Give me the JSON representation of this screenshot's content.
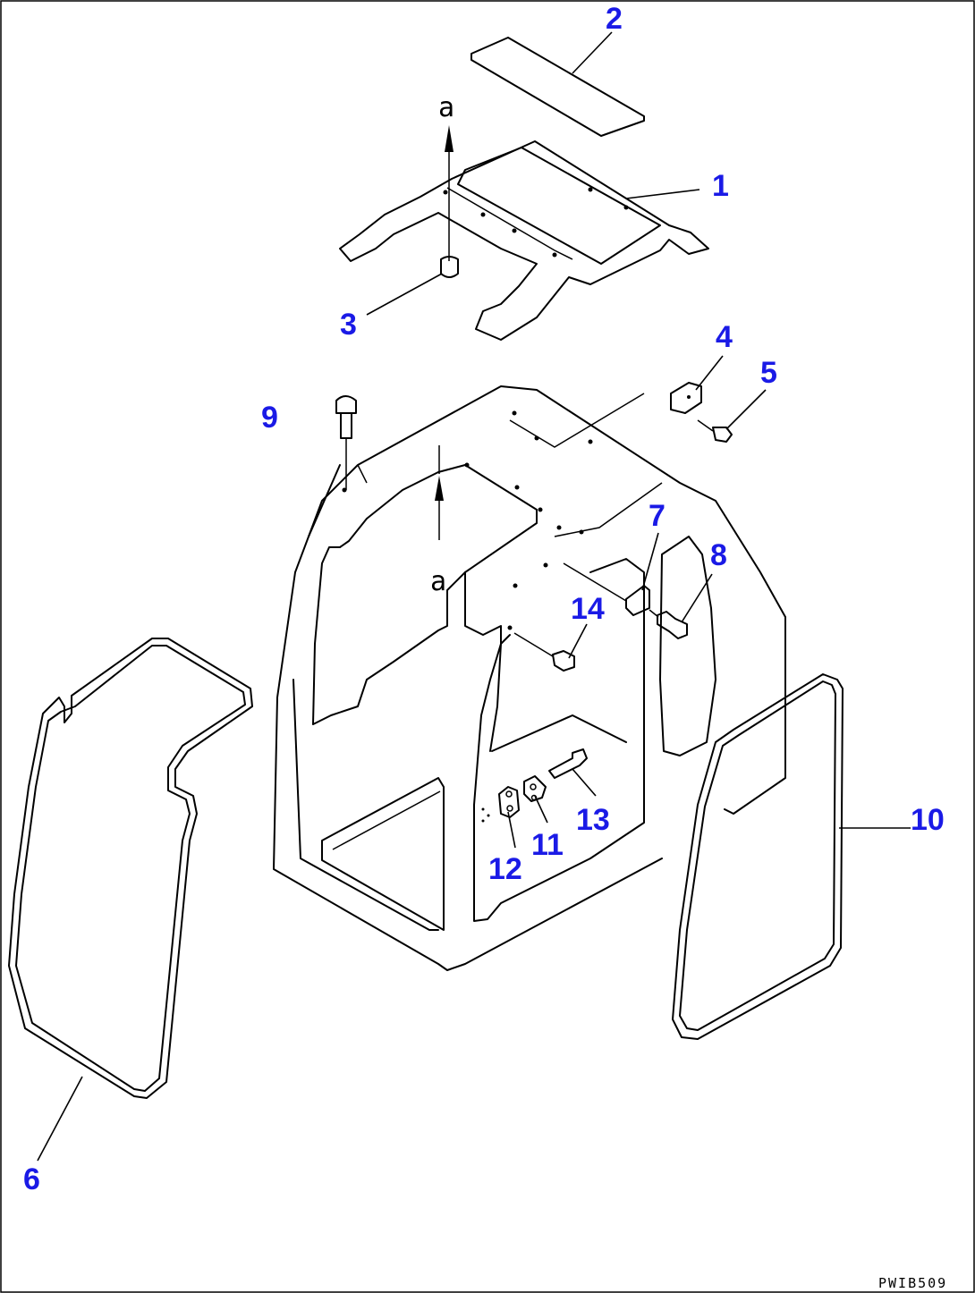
{
  "diagram": {
    "parts": [
      {
        "id": "1",
        "label": "1"
      },
      {
        "id": "2",
        "label": "2"
      },
      {
        "id": "3",
        "label": "3"
      },
      {
        "id": "4",
        "label": "4"
      },
      {
        "id": "5",
        "label": "5"
      },
      {
        "id": "6",
        "label": "6"
      },
      {
        "id": "7",
        "label": "7"
      },
      {
        "id": "8",
        "label": "8"
      },
      {
        "id": "9",
        "label": "9"
      },
      {
        "id": "10",
        "label": "10"
      },
      {
        "id": "11",
        "label": "11"
      },
      {
        "id": "12",
        "label": "12"
      },
      {
        "id": "13",
        "label": "13"
      },
      {
        "id": "14",
        "label": "14"
      }
    ],
    "reference_marks": {
      "top": "a",
      "bottom": "a"
    },
    "drawing_code": "PWIB509",
    "colors": {
      "callout": "#1a1ae6",
      "line": "#000000",
      "background": "#ffffff"
    }
  }
}
